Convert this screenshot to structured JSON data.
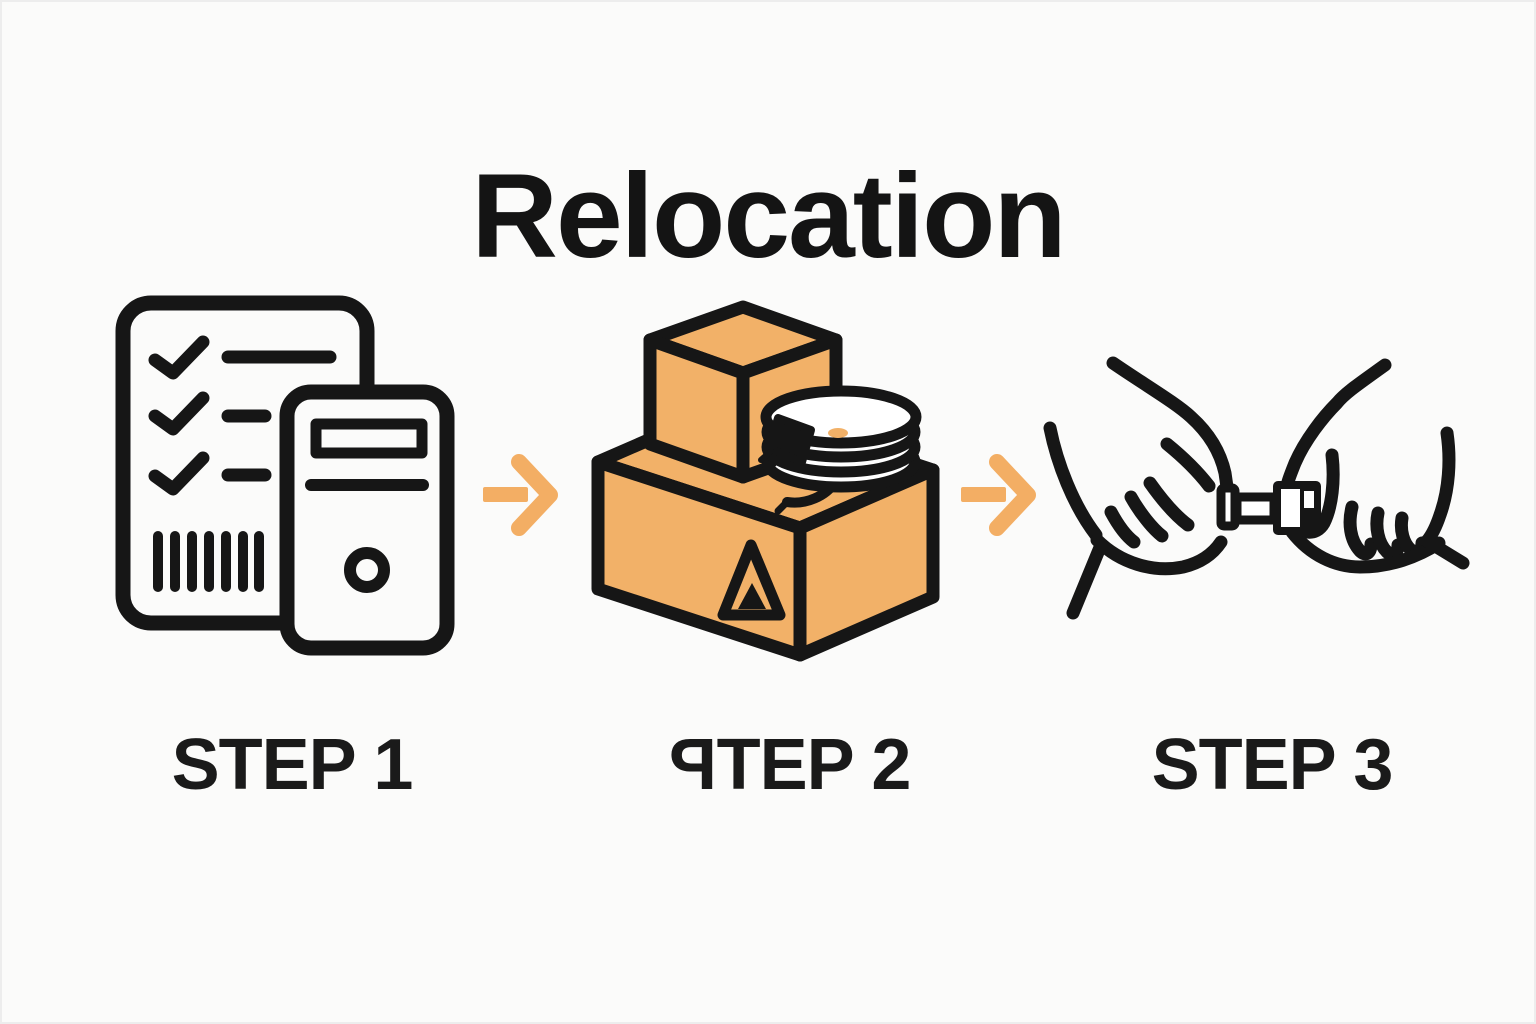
{
  "title": "Relocation",
  "steps": [
    {
      "label": "STEP 1",
      "icon": "checklist-computer-icon"
    },
    {
      "label": "PTEP 2",
      "label_parts": {
        "mirrored_first_letter": "P",
        "rest": "TEP 2"
      },
      "icon": "packed-boxes-cable-icon"
    },
    {
      "label": "STEP 3",
      "icon": "hands-connecting-cable-icon"
    }
  ],
  "arrows": [
    {
      "icon": "arrow-right-icon"
    },
    {
      "icon": "arrow-right-icon"
    }
  ],
  "colors": {
    "background": "#fbfbfa",
    "ink": "#161616",
    "arrow_orange": "#f3ae64",
    "box_orange": "#f2b168"
  }
}
